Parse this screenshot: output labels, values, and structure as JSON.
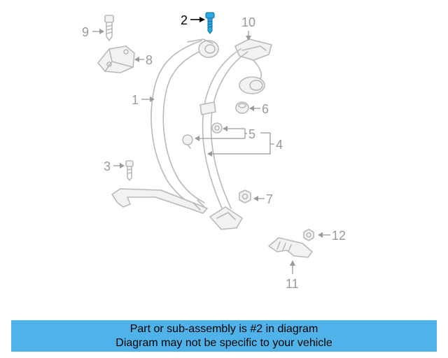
{
  "diagram": {
    "callouts": [
      "1",
      "2",
      "3",
      "4",
      "5",
      "6",
      "7",
      "8",
      "9",
      "10",
      "11",
      "12"
    ],
    "highlight_color": "#2aa8e0"
  },
  "banner": {
    "line1": "Part or sub-assembly is #2 in diagram",
    "line2": "Diagram may not be specific to your vehicle",
    "background": "#4fb3ea"
  }
}
